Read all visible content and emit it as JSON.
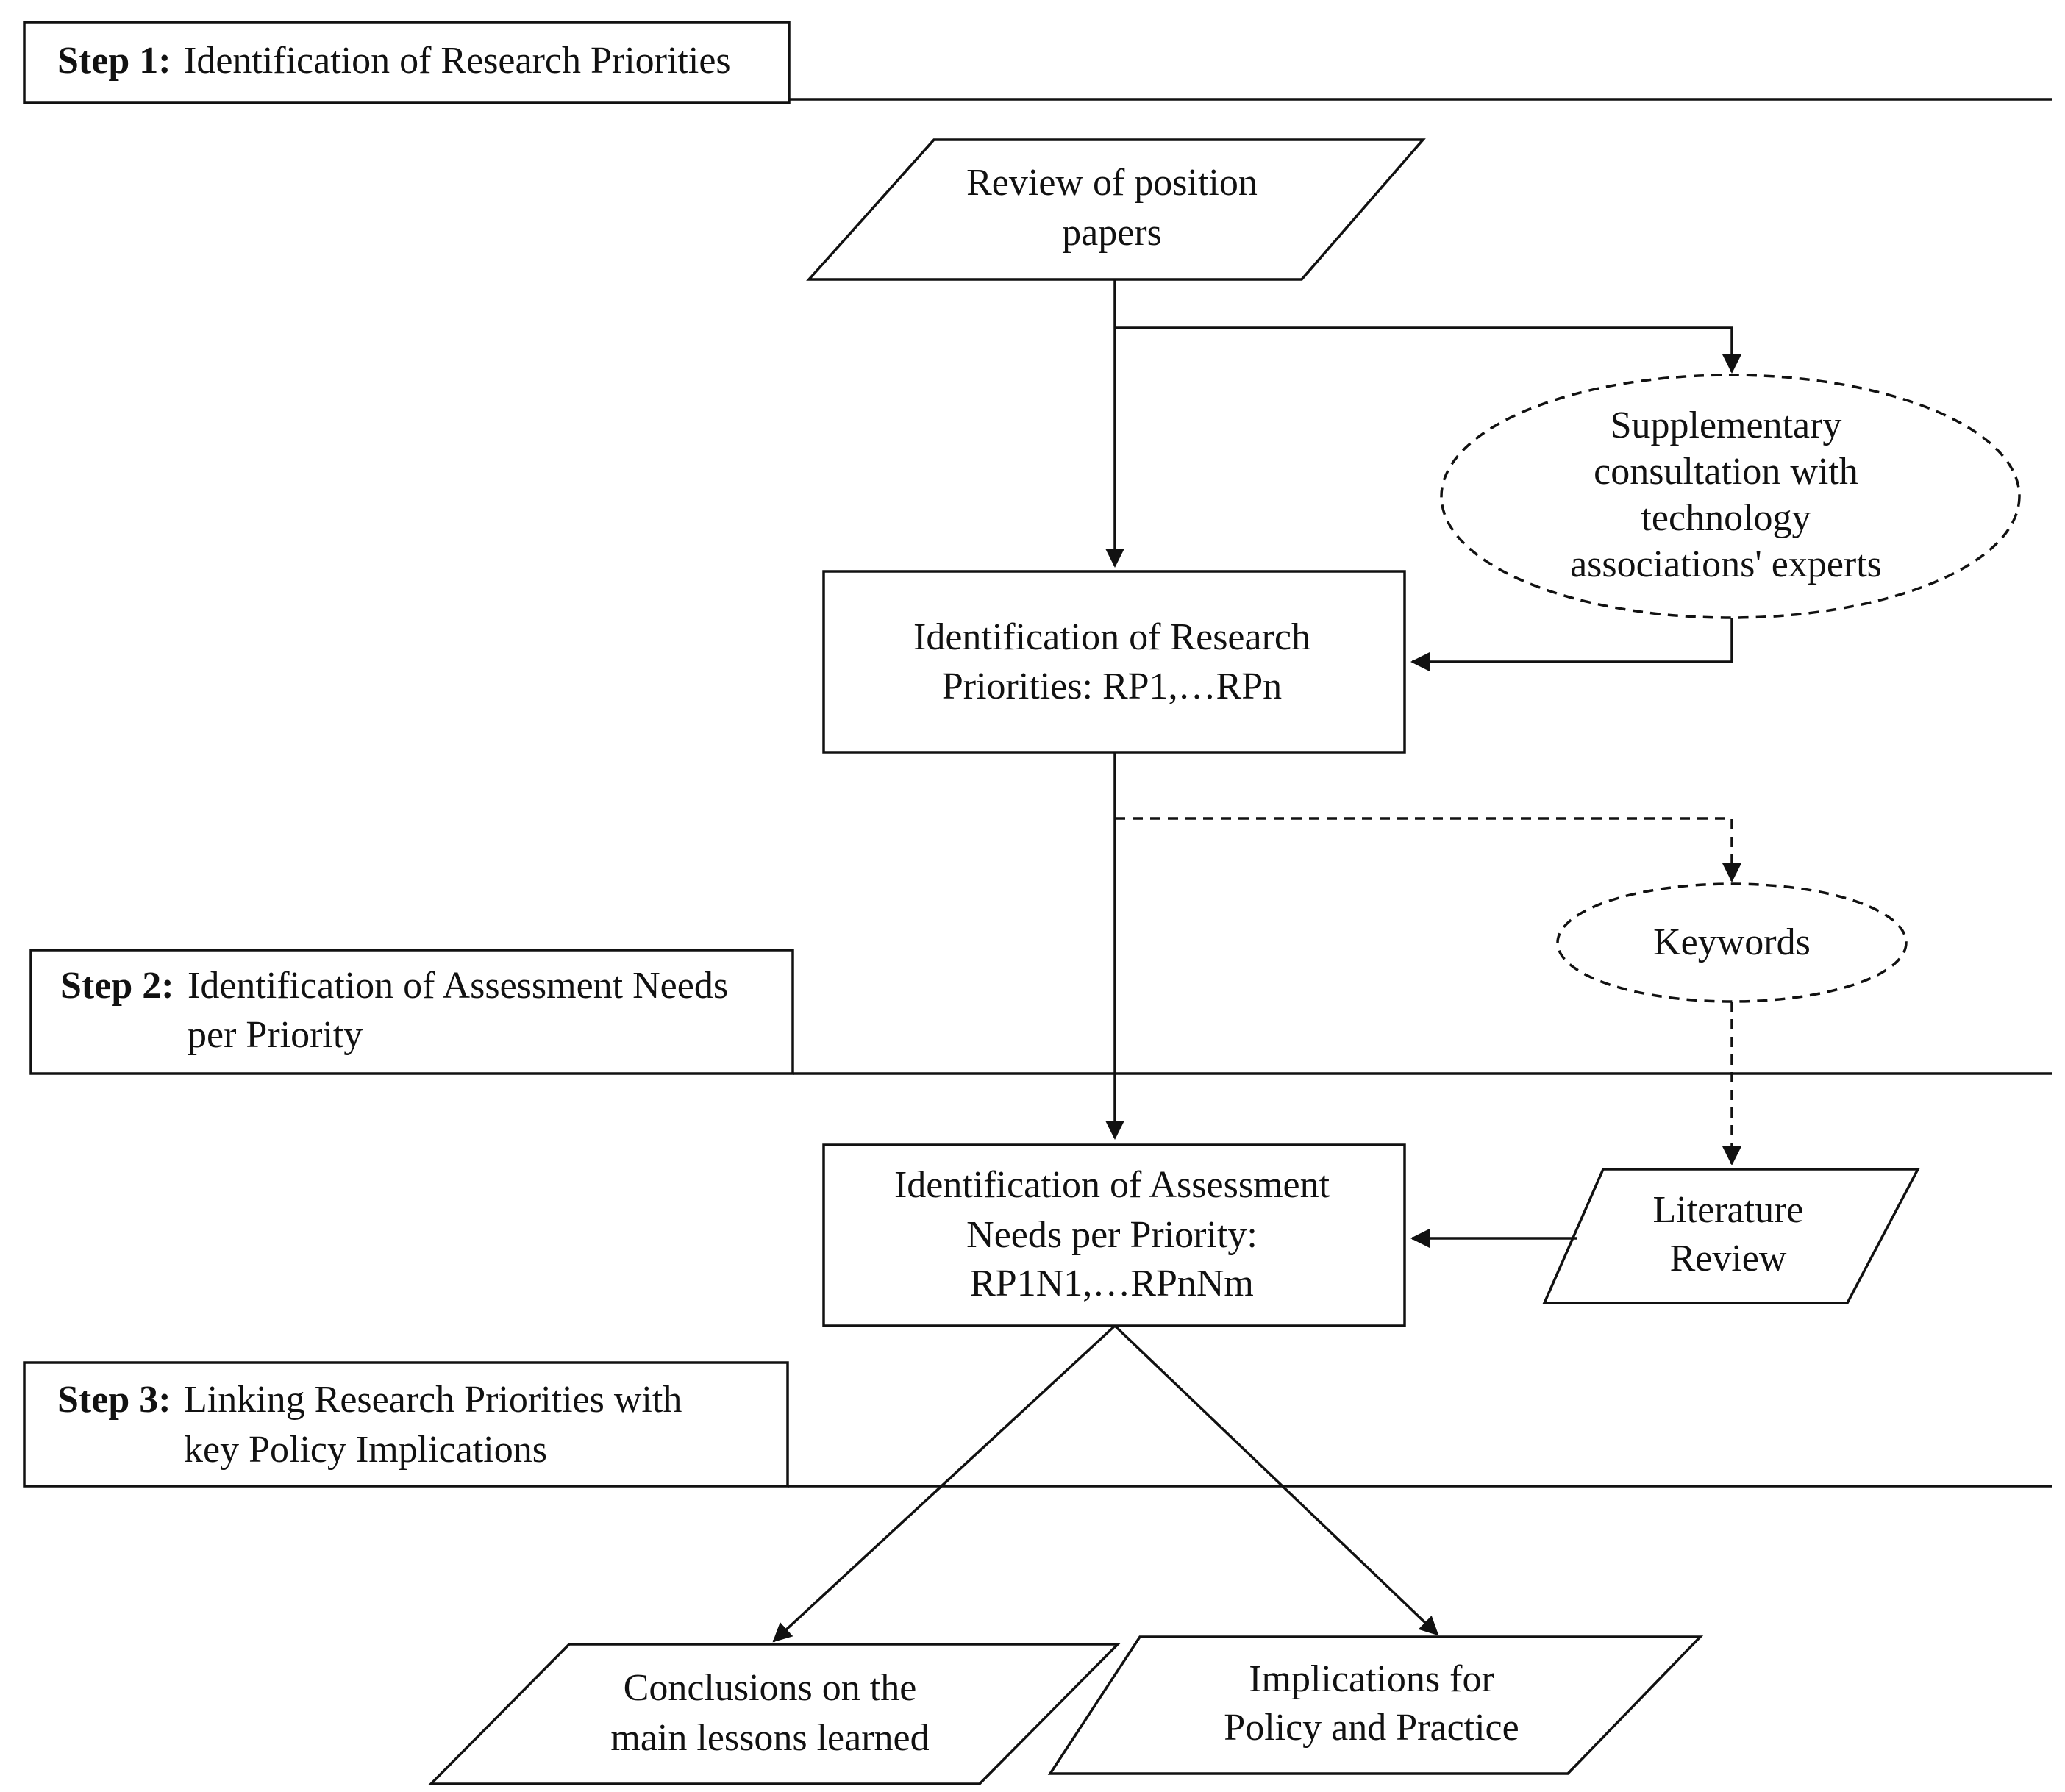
{
  "steps": [
    {
      "label": "Step 1:",
      "text_lines": [
        "Identification of Research Priorities"
      ]
    },
    {
      "label": "Step 2:",
      "text_lines": [
        "Identification of Assessment Needs",
        "per Priority"
      ]
    },
    {
      "label": "Step 3:",
      "text_lines": [
        "Linking Research Priorities with",
        "key Policy Implications"
      ]
    }
  ],
  "nodes": {
    "review_position_papers": [
      "Review of position",
      "papers"
    ],
    "supplementary_consultation": [
      "Supplementary",
      "consultation with",
      "technology",
      "associations' experts"
    ],
    "identification_research_priorities": [
      "Identification of Research",
      "Priorities: RP1,…RPn"
    ],
    "keywords": [
      "Keywords"
    ],
    "identification_assessment_needs": [
      "Identification of Assessment",
      "Needs per Priority:",
      "RP1N1,…RPnNm"
    ],
    "literature_review": [
      "Literature",
      "Review"
    ],
    "conclusions": [
      "Conclusions on the",
      "main lessons learned"
    ],
    "implications": [
      "Implications for",
      "Policy and Practice"
    ]
  }
}
